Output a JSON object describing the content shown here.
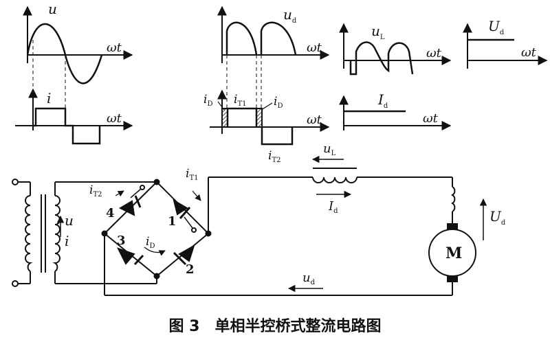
{
  "caption": "图 3　单相半控桥式整流电路图",
  "waveforms": {
    "u": {
      "label": "u",
      "axis": "ωt"
    },
    "i": {
      "label": "i",
      "axis": "ωt"
    },
    "ud": {
      "label": "u",
      "label_sub": "d",
      "axis": "ωt"
    },
    "currents": {
      "iD_left": "i",
      "iD_left_sub": "D",
      "iT1": "i",
      "iT1_sub": "T1",
      "iD_right": "i",
      "iD_right_sub": "D",
      "iT2": "i",
      "iT2_sub": "T2",
      "axis": "ωt"
    },
    "uL": {
      "label": "u",
      "label_sub": "L",
      "axis": "ωt"
    },
    "Id": {
      "label": "I",
      "label_sub": "d",
      "axis": "ωt"
    },
    "Ud": {
      "label": "U",
      "label_sub": "d",
      "axis": "ωt"
    }
  },
  "circuit": {
    "transformer_u": "u",
    "transformer_i": "i",
    "iT2": "i",
    "iT2_sub": "T2",
    "iT1": "i",
    "iT1_sub": "T1",
    "iD": "i",
    "iD_sub": "D",
    "node_1": "1",
    "node_2": "2",
    "node_3": "3",
    "node_4": "4",
    "uL": "u",
    "uL_sub": "L",
    "Id": "I",
    "Id_sub": "d",
    "Ud": "U",
    "Ud_sub": "d",
    "ud": "u",
    "ud_sub": "d",
    "motor": "M"
  }
}
